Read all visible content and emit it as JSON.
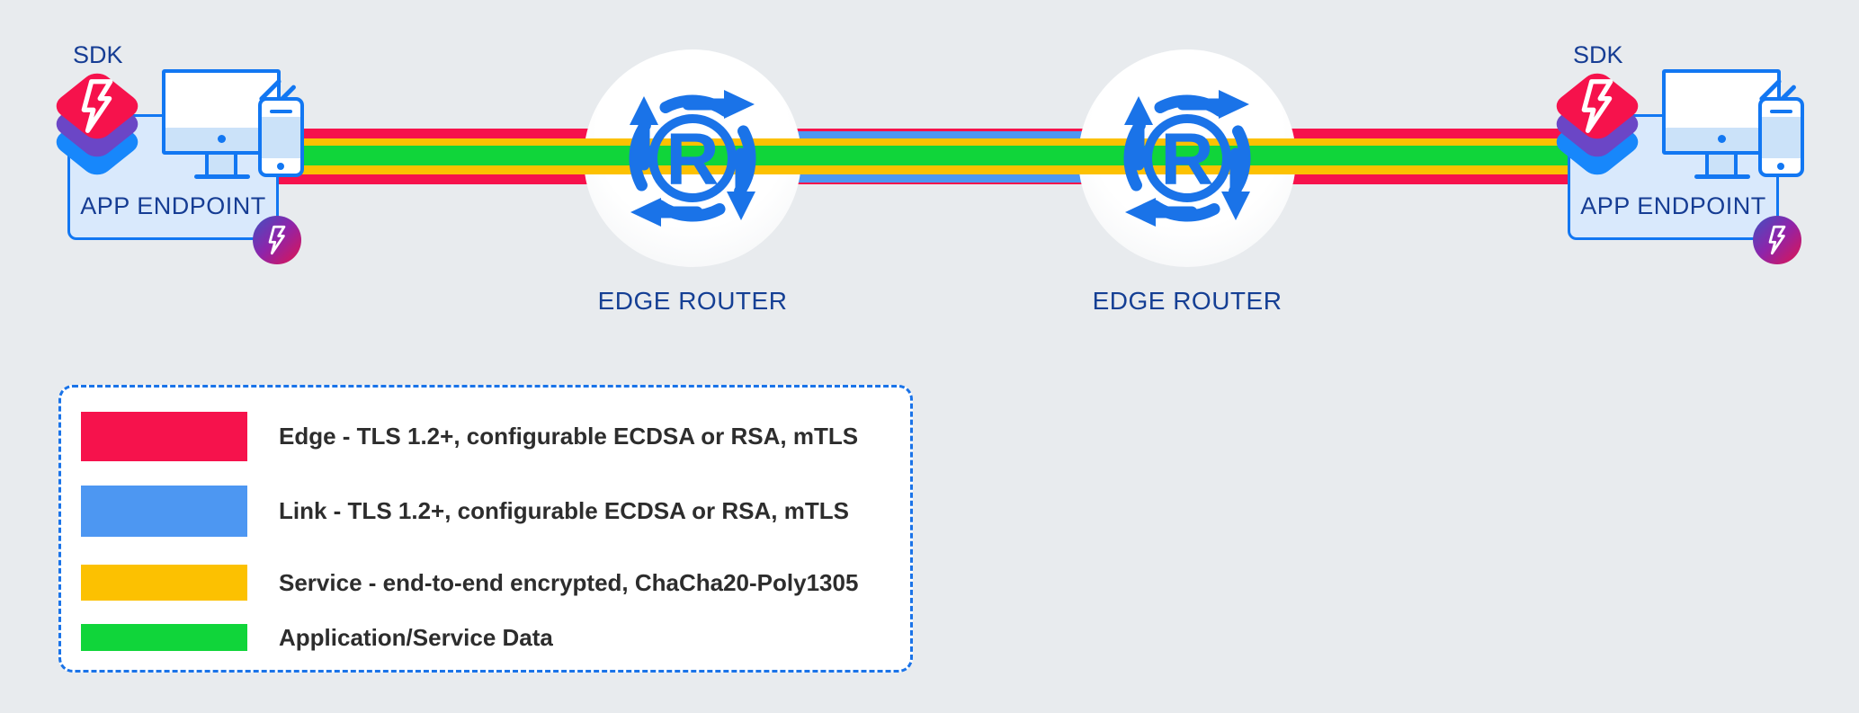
{
  "background_color": "#e8ebee",
  "endpoints": {
    "left": {
      "sdk_label": "SDK",
      "name": "APP ENDPOINT"
    },
    "right": {
      "sdk_label": "SDK",
      "name": "APP ENDPOINT"
    }
  },
  "routers": {
    "left_label": "EDGE ROUTER",
    "right_label": "EDGE ROUTER"
  },
  "channels": {
    "edge_color": "#f6124c",
    "link_color": "#4d97f2",
    "service_color": "#fcc101",
    "data_color": "#10d53a"
  },
  "icon_colors": {
    "primary_blue": "#1277f2",
    "router_icon_blue": "#1a73e8",
    "navy_text": "#163d94",
    "sdk_stack_top": "#f6124c",
    "sdk_stack_middle": "#6b46c6",
    "sdk_stack_bottom": "#1787fb"
  },
  "legend": {
    "items": [
      {
        "key": "edge",
        "color": "#f6124c",
        "label": "Edge - TLS 1.2+, configurable ECDSA or RSA, mTLS"
      },
      {
        "key": "link",
        "color": "#4d97f2",
        "label": "Link - TLS 1.2+, configurable ECDSA or RSA, mTLS"
      },
      {
        "key": "service",
        "color": "#fcc101",
        "label": "Service - end-to-end encrypted, ChaCha20-Poly1305"
      },
      {
        "key": "data",
        "color": "#10d53a",
        "label": "Application/Service Data"
      }
    ]
  }
}
